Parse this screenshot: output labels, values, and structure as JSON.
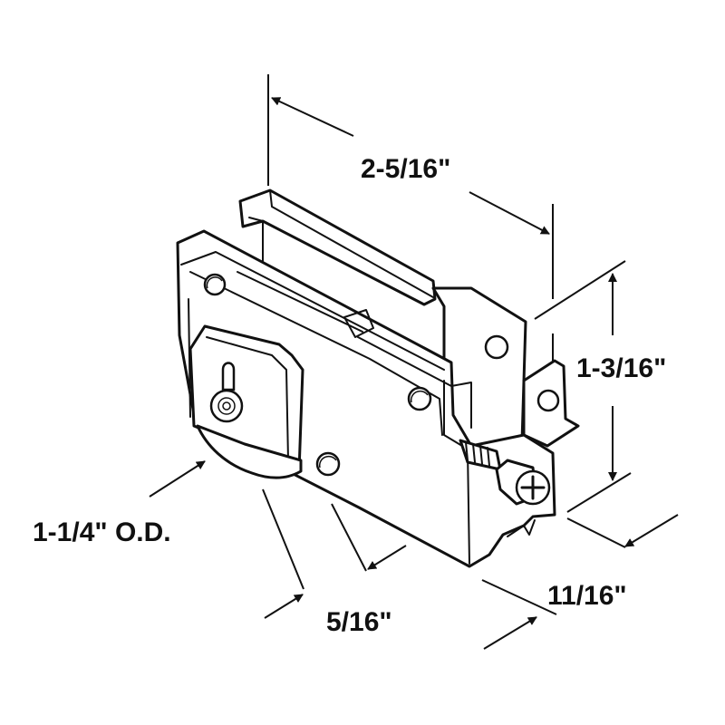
{
  "diagram": {
    "colors": {
      "ink": "#111111",
      "background": "#ffffff"
    },
    "dimensions": {
      "length": "2-5/16\"",
      "height": "1-3/16\"",
      "width": "11/16\"",
      "wheel_diameter": "1-1/4\" O.D.",
      "wheel_width": "5/16\""
    }
  }
}
